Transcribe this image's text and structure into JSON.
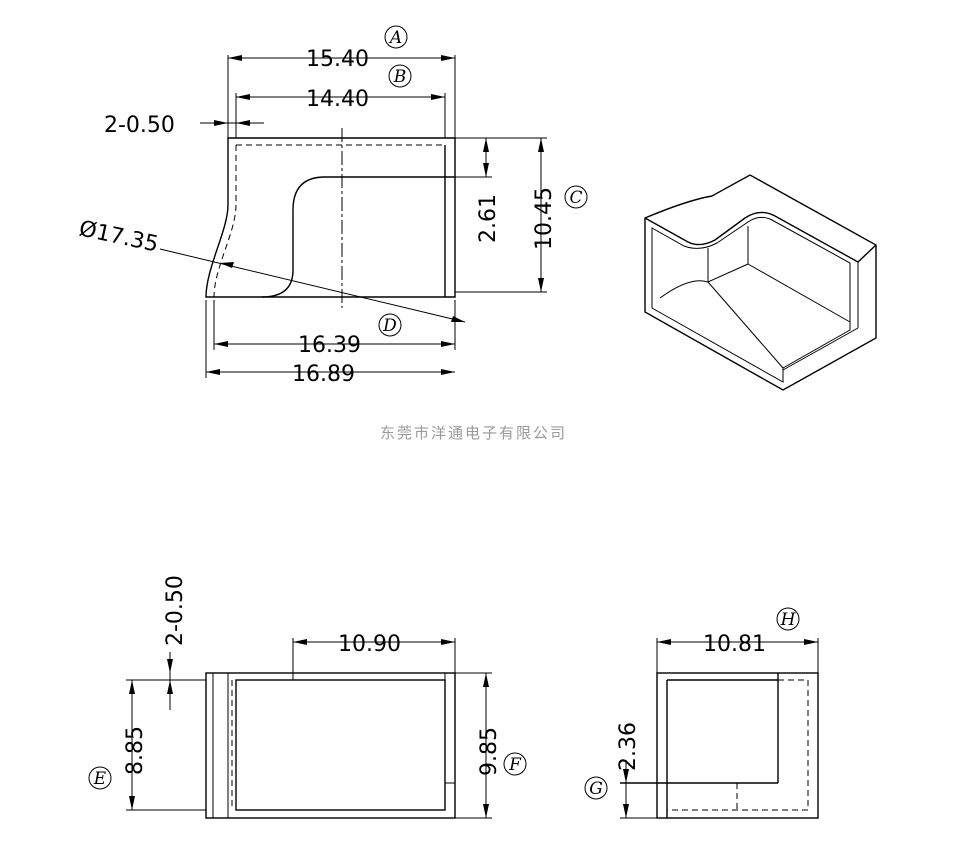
{
  "watermark": "东莞市洋通电子有限公司",
  "top_view": {
    "dims": {
      "a": "15.40",
      "b": "14.40",
      "wall": "2-0.50",
      "diameter": "Ø17.35",
      "notch": "2.61",
      "height": "10.45",
      "d_inner": "16.39",
      "d_outer": "16.89"
    },
    "tags": {
      "a": "A",
      "b": "B",
      "c": "C",
      "d": "D"
    }
  },
  "front_view": {
    "dims": {
      "wall": "2-0.50",
      "length": "10.90",
      "inner_h": "8.85",
      "outer_h": "9.85"
    },
    "tags": {
      "e": "E",
      "f": "F"
    }
  },
  "side_view": {
    "dims": {
      "width": "10.81",
      "step": "2.36"
    },
    "tags": {
      "g": "G",
      "h": "H"
    }
  }
}
